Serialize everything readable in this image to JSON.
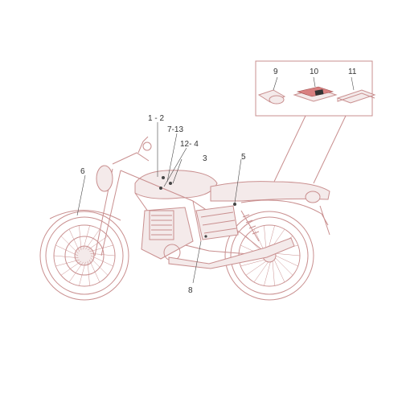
{
  "callouts": {
    "c1": "1 - 2",
    "c7": "7-13",
    "c12": "12- 4",
    "c3": "3",
    "c5": "5",
    "c6": "6",
    "c8": "8",
    "c9": "9",
    "c10": "10",
    "c11": "11"
  },
  "colors": {
    "line": "#c98f8f",
    "fill": "#f4eaea",
    "leader": "#444444"
  }
}
